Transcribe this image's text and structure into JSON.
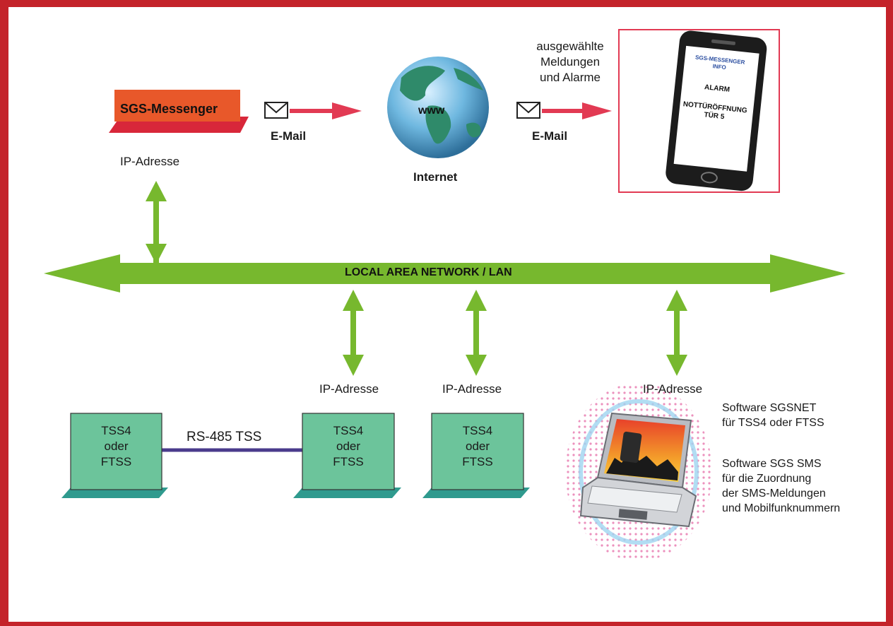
{
  "messenger": {
    "label": "SGS-Messenger",
    "ip_label": "IP-Adresse"
  },
  "email_left": "E-Mail",
  "email_right": "E-Mail",
  "internet": {
    "globe_text": "www",
    "label": "Internet"
  },
  "selected_messages": [
    "ausgewählte",
    "Meldungen",
    "und Alarme"
  ],
  "phone": {
    "header": [
      "SGS-MESSENGER",
      "INFO"
    ],
    "alarm": "ALARM",
    "message": [
      "NOTTÜRÖFFNUNG",
      "TÜR 5"
    ]
  },
  "lan_label": "LOCAL AREA NETWORK / LAN",
  "rs485_label": "RS-485 TSS",
  "devices": [
    {
      "lines": [
        "TSS4",
        "oder",
        "FTSS"
      ]
    },
    {
      "lines": [
        "TSS4",
        "oder",
        "FTSS"
      ],
      "ip_label": "IP-Adresse"
    },
    {
      "lines": [
        "TSS4",
        "oder",
        "FTSS"
      ],
      "ip_label": "IP-Adresse"
    }
  ],
  "laptop": {
    "ip_label": "IP-Adresse"
  },
  "software_notes": [
    [
      "Software SGSNET",
      "für TSS4 oder FTSS"
    ],
    [
      "Software SGS SMS",
      "für die Zuordnung",
      "der SMS-Meldungen",
      "und Mobilfunknummern"
    ]
  ],
  "colors": {
    "border": "#c4232a",
    "lan_green": "#77b82e",
    "messenger_orange": "#e8582a",
    "messenger_red": "#d8273a",
    "device_box": "#6cc49b",
    "device_base": "#2f9a8e",
    "rs485_line": "#4a3b8c",
    "email_arrow": "#e23a53"
  }
}
